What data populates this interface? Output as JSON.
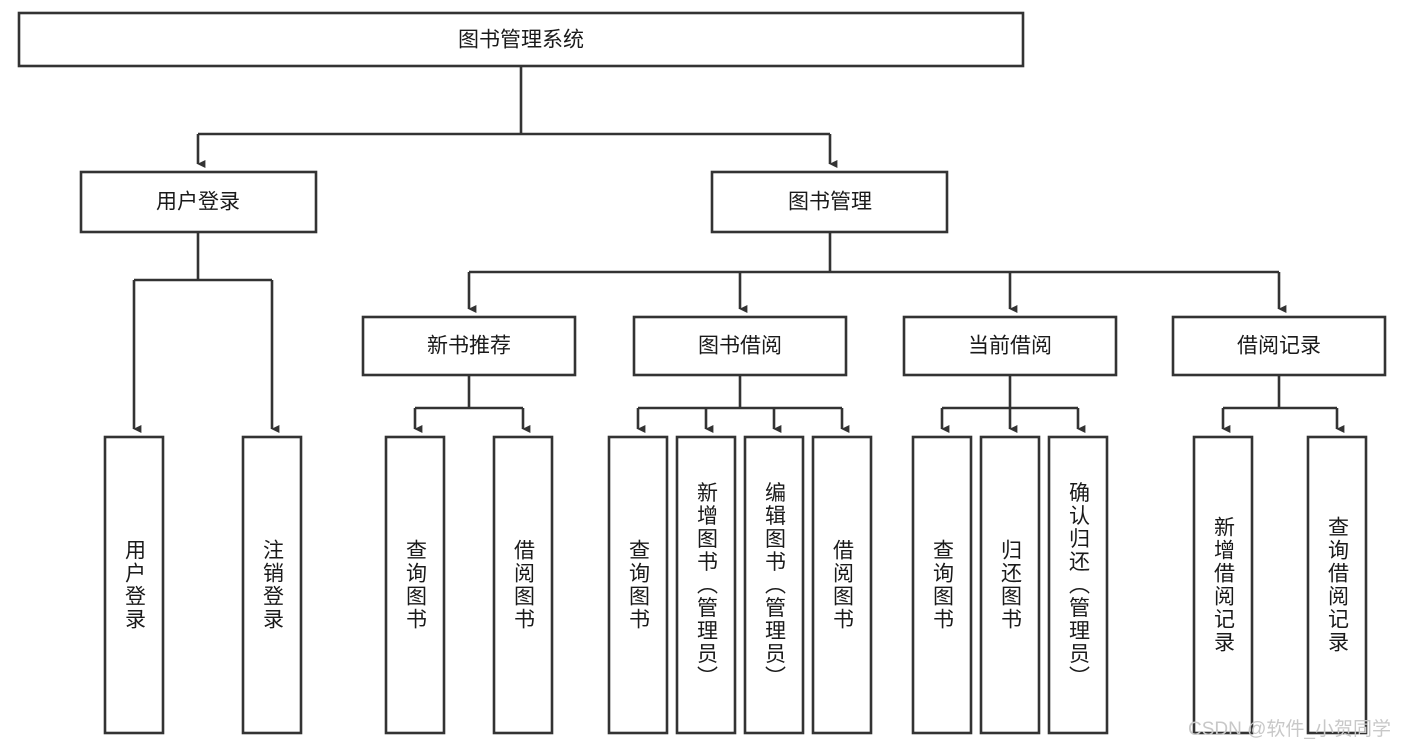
{
  "diagram": {
    "title": "图书管理系统",
    "type": "tree-hierarchy",
    "root": {
      "id": "root",
      "label": "图书管理系统",
      "orientation": "horizontal"
    },
    "level2": [
      {
        "id": "user-login",
        "label": "用户登录",
        "orientation": "horizontal"
      },
      {
        "id": "book-manage",
        "label": "图书管理",
        "orientation": "horizontal"
      }
    ],
    "level3": [
      {
        "id": "new-book-recommend",
        "label": "新书推荐",
        "orientation": "horizontal",
        "parent": "book-manage"
      },
      {
        "id": "book-borrow",
        "label": "图书借阅",
        "orientation": "horizontal",
        "parent": "book-manage"
      },
      {
        "id": "current-borrow",
        "label": "当前借阅",
        "orientation": "horizontal",
        "parent": "book-manage"
      },
      {
        "id": "borrow-record",
        "label": "借阅记录",
        "orientation": "horizontal",
        "parent": "book-manage"
      }
    ],
    "leaves": [
      {
        "id": "leaf-user-login",
        "label": "用户登录",
        "parent": "user-login",
        "orientation": "vertical"
      },
      {
        "id": "leaf-user-logout",
        "label": "注销登录",
        "parent": "user-login",
        "orientation": "vertical"
      },
      {
        "id": "leaf-query-book-1",
        "label": "查询图书",
        "parent": "new-book-recommend",
        "orientation": "vertical"
      },
      {
        "id": "leaf-borrow-book-1",
        "label": "借阅图书",
        "parent": "new-book-recommend",
        "orientation": "vertical"
      },
      {
        "id": "leaf-query-book-2",
        "label": "查询图书",
        "parent": "book-borrow",
        "orientation": "vertical"
      },
      {
        "id": "leaf-add-book",
        "label": "新增图书（管理员）",
        "parent": "book-borrow",
        "orientation": "vertical"
      },
      {
        "id": "leaf-edit-book",
        "label": "编辑图书（管理员）",
        "parent": "book-borrow",
        "orientation": "vertical"
      },
      {
        "id": "leaf-borrow-book-2",
        "label": "借阅图书",
        "parent": "book-borrow",
        "orientation": "vertical"
      },
      {
        "id": "leaf-query-book-3",
        "label": "查询图书",
        "parent": "current-borrow",
        "orientation": "vertical"
      },
      {
        "id": "leaf-return-book",
        "label": "归还图书",
        "parent": "current-borrow",
        "orientation": "vertical"
      },
      {
        "id": "leaf-confirm-return",
        "label": "确认归还（管理员）",
        "parent": "current-borrow",
        "orientation": "vertical"
      },
      {
        "id": "leaf-add-record",
        "label": "新增借阅记录",
        "parent": "borrow-record",
        "orientation": "vertical"
      },
      {
        "id": "leaf-query-record",
        "label": "查询借阅记录",
        "parent": "borrow-record",
        "orientation": "vertical"
      }
    ],
    "colors": {
      "box_fill": "#ffffff",
      "box_stroke": "#333333",
      "connector": "#333333",
      "text": "#1a1a1a",
      "background": "#ffffff",
      "watermark": "#c8c8c8"
    }
  },
  "watermark": {
    "text": "CSDN @软件_小贺同学"
  }
}
